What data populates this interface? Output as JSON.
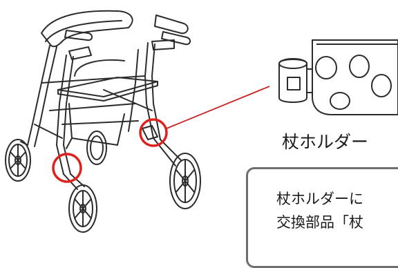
{
  "diagram": {
    "part_label": "杖ホルダー",
    "note": {
      "line1": "杖ホルダーに",
      "line2": "交換部品「杖"
    },
    "colors": {
      "highlight": "#e0201c",
      "leader_line": "#c9201f",
      "line_art": "#2b2b2b",
      "note_border": "#6e6e6e"
    },
    "icons": [
      "rollator-walker-illustration",
      "cane-holder-icon"
    ]
  }
}
